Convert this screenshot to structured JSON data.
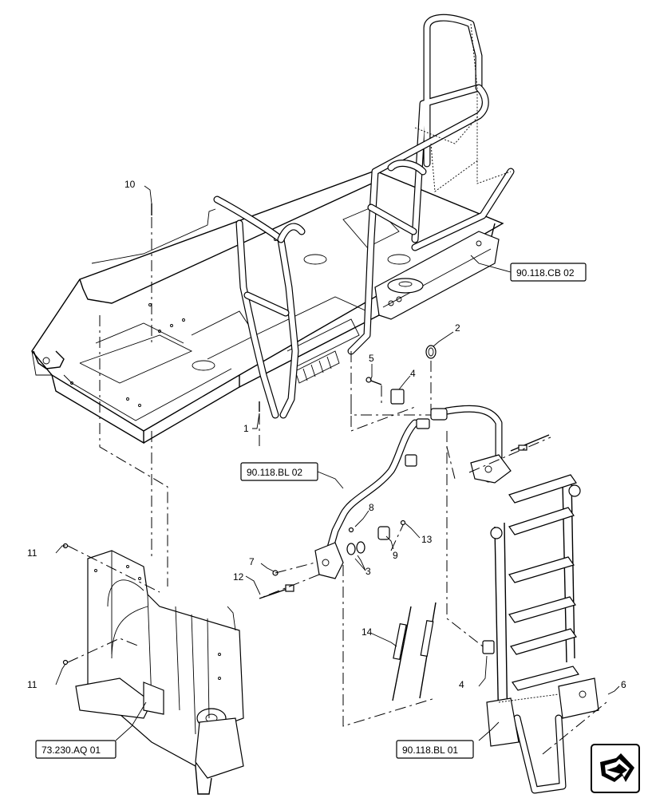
{
  "callouts": [
    {
      "id": "c1",
      "label": "1"
    },
    {
      "id": "c2",
      "label": "2"
    },
    {
      "id": "c3",
      "label": "3"
    },
    {
      "id": "c4a",
      "label": "4"
    },
    {
      "id": "c4b",
      "label": "4"
    },
    {
      "id": "c5",
      "label": "5"
    },
    {
      "id": "c6",
      "label": "6"
    },
    {
      "id": "c7",
      "label": "7"
    },
    {
      "id": "c8",
      "label": "8"
    },
    {
      "id": "c9",
      "label": "9"
    },
    {
      "id": "c10",
      "label": "10"
    },
    {
      "id": "c11a",
      "label": "11"
    },
    {
      "id": "c11b",
      "label": "11"
    },
    {
      "id": "c12",
      "label": "12"
    },
    {
      "id": "c13",
      "label": "13"
    },
    {
      "id": "c14",
      "label": "14"
    }
  ],
  "references": [
    {
      "id": "r1",
      "label": "90.118.CB 02"
    },
    {
      "id": "r2",
      "label": "90.118.BL 02"
    },
    {
      "id": "r3",
      "label": "73.230.AQ 01"
    },
    {
      "id": "r4",
      "label": "90.118.BL 01"
    }
  ],
  "nav_icon": "next-page-arrow-icon"
}
